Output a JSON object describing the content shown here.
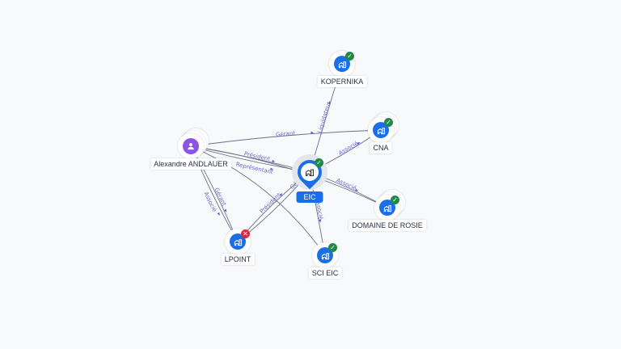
{
  "colors": {
    "company": "#1a6ee8",
    "person": "#8a55e6",
    "active_badge": "#1f8a46",
    "closed_badge": "#e0283f",
    "center_label_bg": "#1a6ee8",
    "edge_label": "#6a66d6"
  },
  "nodes": [
    {
      "id": "eic",
      "label": "EIC",
      "type": "company",
      "icon": "building-icon",
      "status": "active",
      "center": true
    },
    {
      "id": "kopernika",
      "label": "KOPERNIKA",
      "type": "company",
      "icon": "building-icon",
      "status": "active"
    },
    {
      "id": "cna",
      "label": "CNA",
      "type": "company",
      "icon": "building-icon",
      "status": "active"
    },
    {
      "id": "domaine",
      "label": "DOMAINE DE ROSIE",
      "type": "company",
      "icon": "building-icon",
      "status": "active"
    },
    {
      "id": "scieic",
      "label": "SCI EIC",
      "type": "company",
      "icon": "building-icon",
      "status": "active"
    },
    {
      "id": "lpoint",
      "label": "LPOINT",
      "type": "company",
      "icon": "building-icon",
      "status": "closed"
    },
    {
      "id": "alex",
      "label": "Alexandre ANDLAUER",
      "type": "person",
      "icon": "person-icon",
      "status": "none"
    }
  ],
  "edges": [
    {
      "from": "eic",
      "to": "kopernika",
      "label": "Liquidateur"
    },
    {
      "from": "eic",
      "to": "cna",
      "label": "Associé"
    },
    {
      "from": "eic",
      "to": "domaine",
      "label": "Associé"
    },
    {
      "from": "eic",
      "to": "scieic",
      "label": "Associé"
    },
    {
      "from": "alex",
      "to": "cna",
      "label": "Gérant"
    },
    {
      "from": "alex",
      "to": "eic",
      "label": "Président"
    },
    {
      "from": "alex",
      "to": "eic",
      "label": "Représentant"
    },
    {
      "from": "lpoint",
      "to": "eic",
      "label": "Gérant"
    },
    {
      "from": "alex",
      "to": "lpoint",
      "label": "Gérant"
    },
    {
      "from": "alex",
      "to": "lpoint",
      "label": "Associé"
    },
    {
      "from": "lpoint",
      "to": "eic",
      "label": "Président"
    },
    {
      "from": "alex",
      "to": "scieic",
      "label": ""
    },
    {
      "from": "alex",
      "to": "domaine",
      "label": ""
    }
  ]
}
